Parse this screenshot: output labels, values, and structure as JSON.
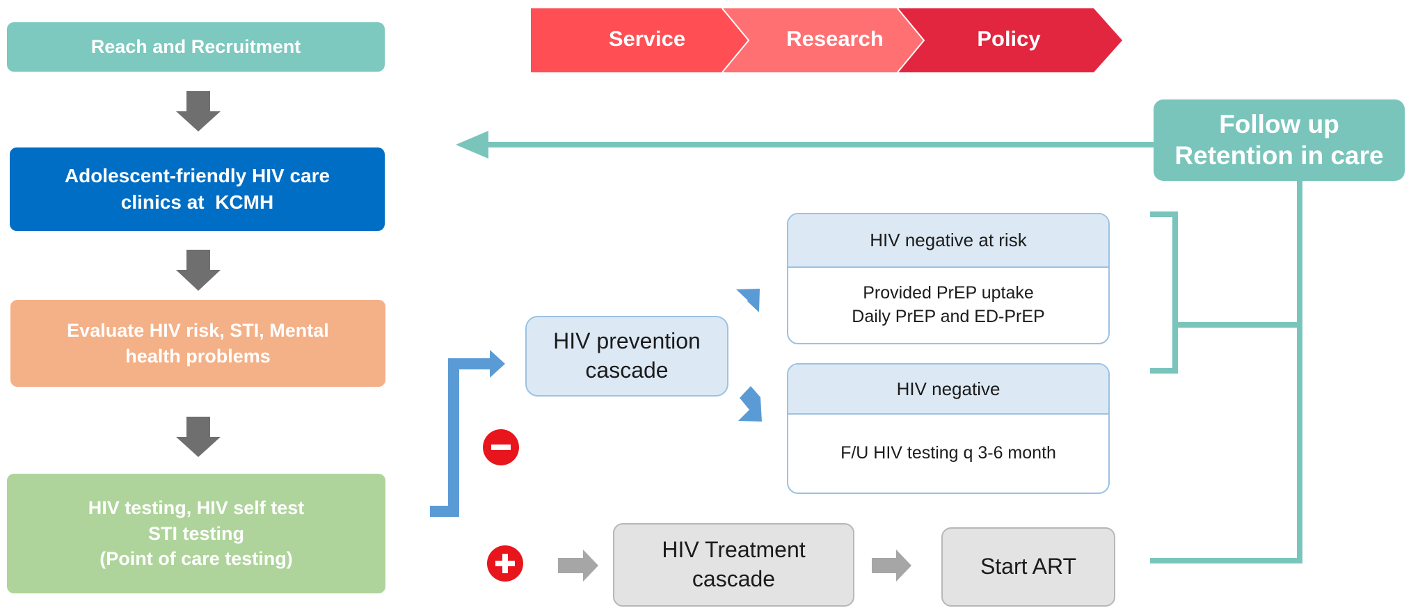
{
  "banner": {
    "service": "Service",
    "research": "Research",
    "policy": "Policy",
    "colors": {
      "service": "#ff4f55",
      "research": "#ff7073",
      "policy": "#e3263f"
    }
  },
  "left_flow": {
    "reach": "Reach and Recruitment",
    "clinic": [
      "Adolescent-friendly HIV care",
      "clinics at  KCMH"
    ],
    "evaluate": [
      "Evaluate HIV risk, STI, Mental",
      "health problems"
    ],
    "testing": [
      "HIV testing, HIV self test",
      "STI testing",
      "(Point of care testing)"
    ]
  },
  "prevention": {
    "label": [
      "HIV prevention",
      "cascade"
    ],
    "at_risk_title": "HIV negative at risk",
    "at_risk_body": [
      "Provided PrEP uptake",
      "Daily PrEP and ED-PrEP"
    ],
    "negative_title": "HIV negative",
    "negative_body": "F/U HIV testing q 3-6 month"
  },
  "treatment": {
    "label": [
      "HIV Treatment",
      "cascade"
    ],
    "start_art": "Start ART"
  },
  "follow_up": [
    "Follow up",
    "Retention in care"
  ],
  "symbols": {
    "negative": "minus-icon",
    "positive": "plus-icon"
  },
  "colors": {
    "teal": "#79c5bc",
    "blue_arrow": "#5b9bd5",
    "gray_arrow": "#6f6f6f",
    "light_gray_arrow": "#a6a6a6",
    "badge_red": "#e8151d"
  }
}
